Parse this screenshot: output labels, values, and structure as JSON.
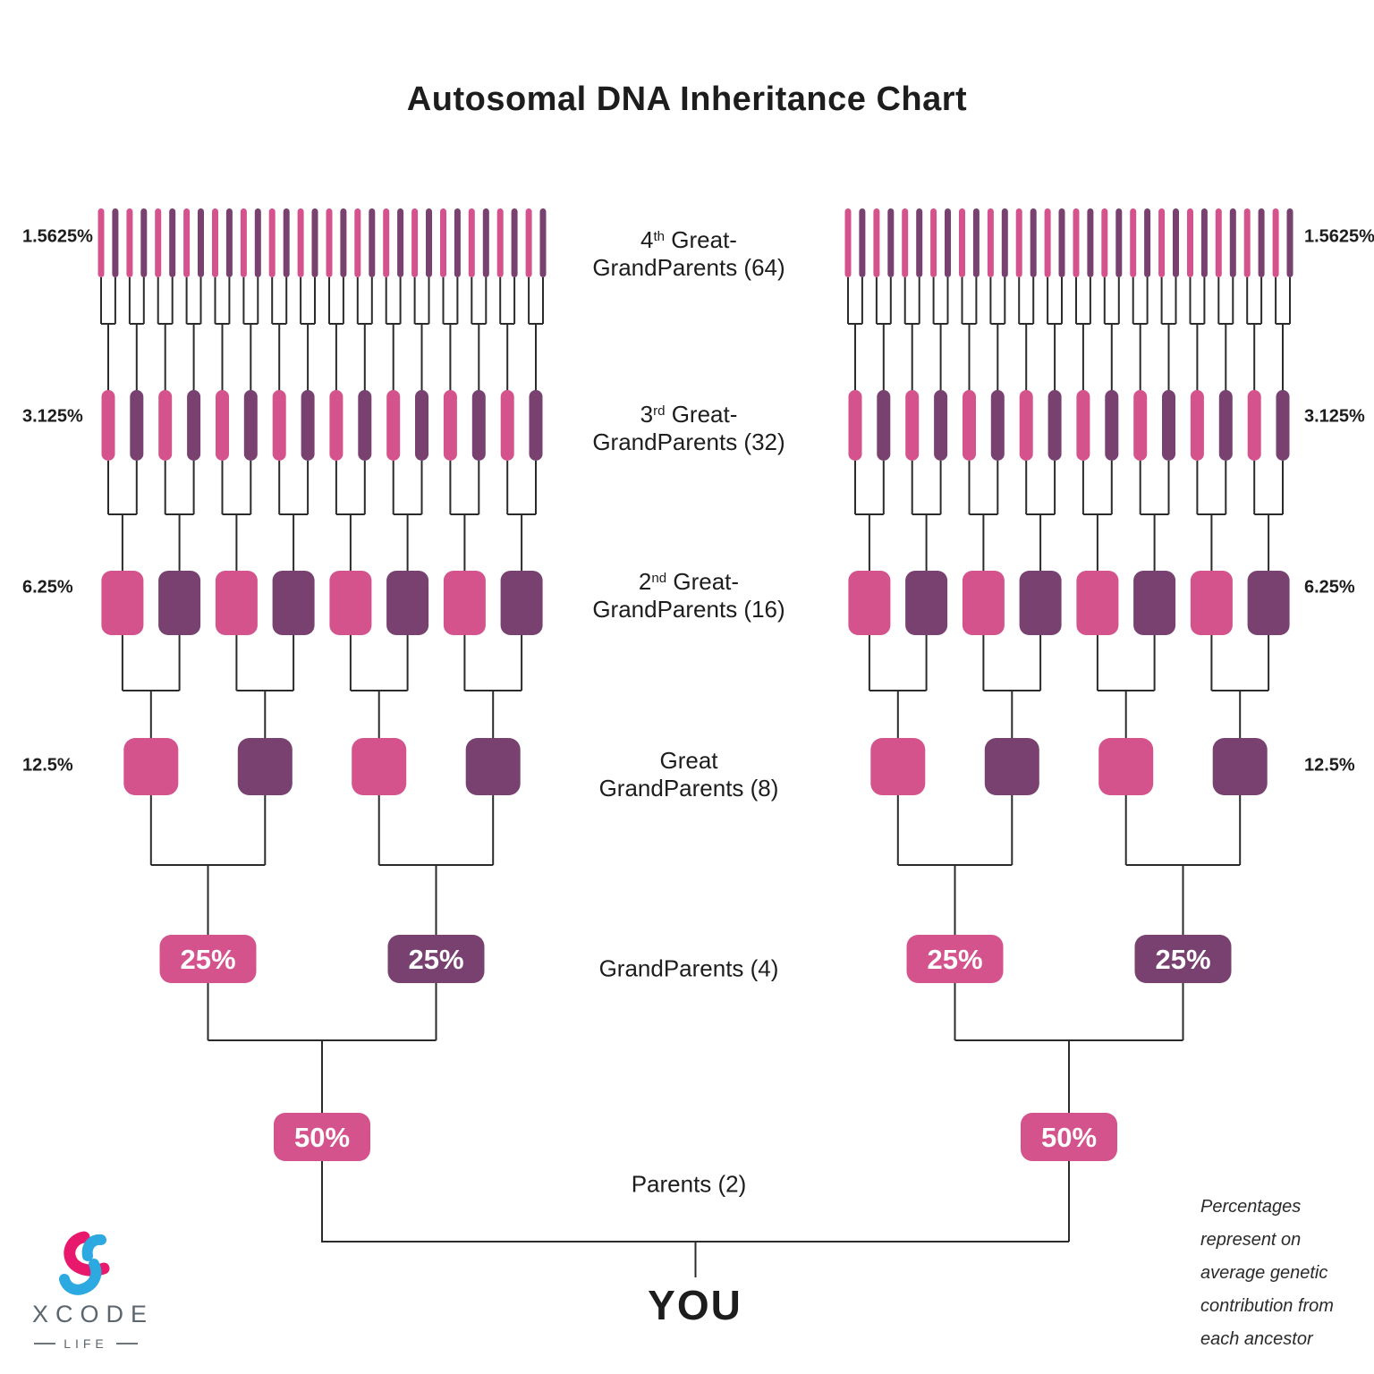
{
  "title": "Autosomal DNA Inheritance Chart",
  "root_label": "YOU",
  "note_lines": [
    "Percentages",
    "represent on",
    "average genetic",
    "contribution from",
    "each ancestor"
  ],
  "logo": {
    "brand": "XCODE",
    "sub": "LIFE"
  },
  "colors": {
    "pink": "#D5538C",
    "purple": "#784170",
    "line": "#2B2B2B",
    "text": "#1D1D1D",
    "box_text": "#FFFFFF",
    "logo_pink": "#E8196D",
    "logo_cyan": "#2BA9E0",
    "logo_gray": "#5C666E"
  },
  "chart_data": {
    "type": "tree",
    "description": "Autosomal DNA inheritance pedigree from 4th great-grandparents down to YOU; two mirrored halves (maternal and paternal); individuals alternate pink/purple; percentages are average genetic contribution from each ancestor",
    "sides": 2,
    "color_pattern": "alternating pink/purple within each generation, starting pink; both Parents boxes pink",
    "generations": [
      {
        "name": "4th Great-GrandParents",
        "count": 64,
        "percent": "1.5625%",
        "label": {
          "base": "4",
          "sup": "th",
          "rest": " Great-",
          "line2": "GrandParents (64)"
        }
      },
      {
        "name": "3rd Great-GrandParents",
        "count": 32,
        "percent": "3.125%",
        "label": {
          "base": "3",
          "sup": "rd",
          "rest": " Great-",
          "line2": "GrandParents (32)"
        }
      },
      {
        "name": "2nd Great-GrandParents",
        "count": 16,
        "percent": "6.25%",
        "label": {
          "base": "2",
          "sup": "nd",
          "rest": " Great-",
          "line2": "GrandParents (16)"
        }
      },
      {
        "name": "Great GrandParents",
        "count": 8,
        "percent": "12.5%",
        "label": {
          "base": "Great",
          "sup": "",
          "rest": "",
          "line2": "GrandParents (8)"
        }
      },
      {
        "name": "GrandParents",
        "count": 4,
        "percent": "25%",
        "label": {
          "base": "GrandParents (4)",
          "sup": "",
          "rest": "",
          "line2": ""
        }
      },
      {
        "name": "Parents",
        "count": 2,
        "percent": "50%",
        "label": {
          "base": "Parents (2)",
          "sup": "",
          "rest": "",
          "line2": ""
        }
      }
    ]
  }
}
